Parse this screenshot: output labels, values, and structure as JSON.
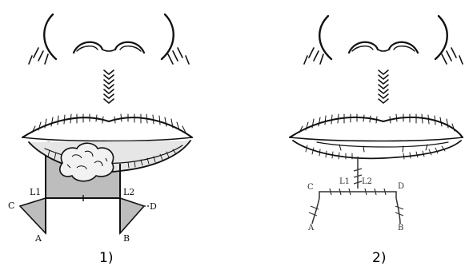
{
  "panels": [
    {
      "caption": "1)",
      "points": {
        "c": "C",
        "l1": "L1",
        "l2": "L2",
        "d": "D",
        "a": "A",
        "b": "B"
      }
    },
    {
      "caption": "2)",
      "points": {
        "c": "C",
        "l1": "L1",
        "l2": "L2",
        "d": "D",
        "a": "A",
        "b": "B"
      }
    }
  ],
  "colors": {
    "ink": "#111111",
    "shade": "#bdbdbd",
    "lip_tissue": "#e6e6e6",
    "tumor": "#f2f2f2"
  },
  "icons": [
    "nose-icon",
    "philtrum-chevrons-icon",
    "lips-icon",
    "tumor-lesion-icon"
  ]
}
